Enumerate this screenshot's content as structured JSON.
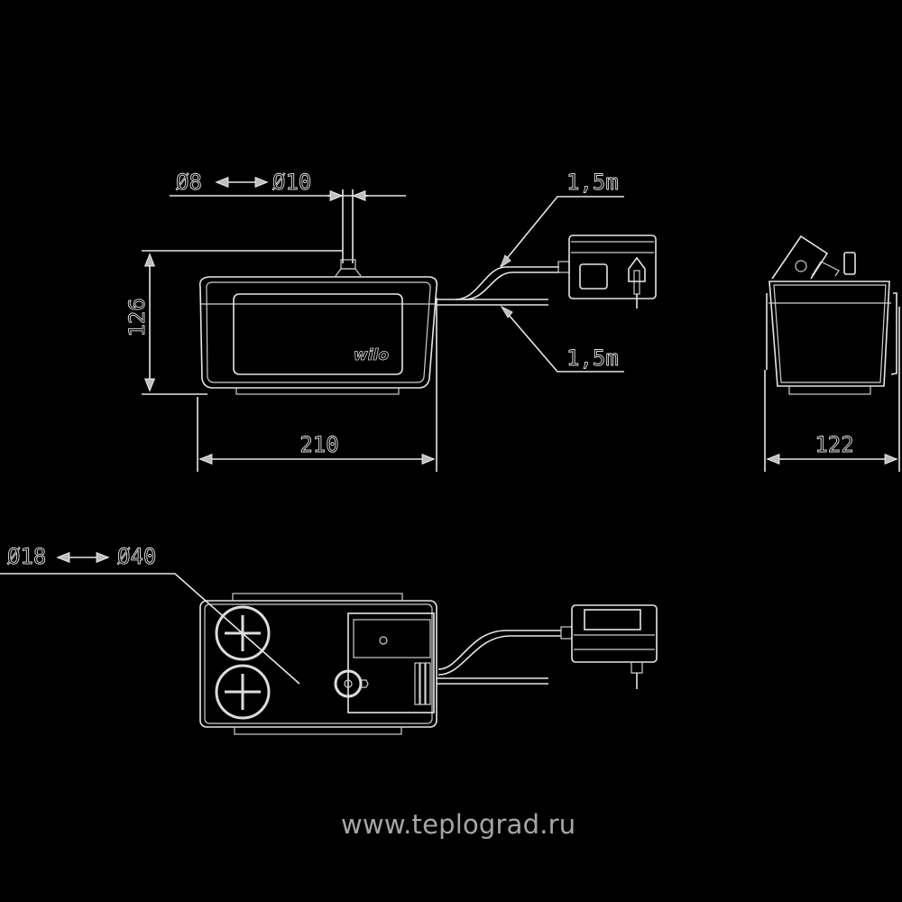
{
  "drawing": {
    "background": "#000000",
    "line_color": "#e6e6e6",
    "front_view": {
      "tube_label": "Ø8 ⟷ Ø10",
      "tube_min": "Ø8",
      "tube_max": "Ø10",
      "height": "126",
      "width": "210",
      "brand": "wilo",
      "cable_top": "1,5m",
      "cable_bottom": "1,5m"
    },
    "side_view": {
      "depth": "122"
    },
    "top_view": {
      "inlet_min": "Ø18",
      "inlet_max": "Ø40"
    }
  },
  "footer": {
    "url": "www.teplograd.ru",
    "url_color": "#a6a6a6"
  }
}
